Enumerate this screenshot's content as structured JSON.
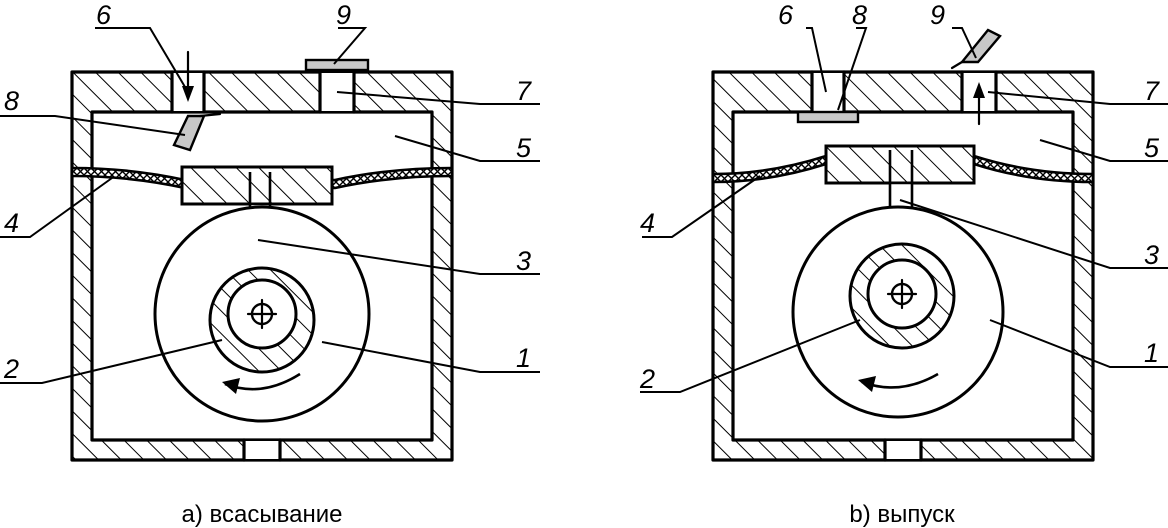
{
  "panels": [
    {
      "id": "a",
      "caption": "a) всасывание",
      "labels": {
        "n1": "1",
        "n2": "2",
        "n3": "3",
        "n4": "4",
        "n5": "5",
        "n6": "6",
        "n7": "7",
        "n8": "8",
        "n9": "9"
      }
    },
    {
      "id": "b",
      "caption": "b) выпуск",
      "labels": {
        "n1": "1",
        "n2": "2",
        "n3": "3",
        "n4": "4",
        "n5": "5",
        "n6": "6",
        "n7": "7",
        "n8": "8",
        "n9": "9"
      }
    }
  ],
  "colors": {
    "line": "#000000",
    "valve_fill": "#c8c8c8",
    "background": "#ffffff"
  }
}
